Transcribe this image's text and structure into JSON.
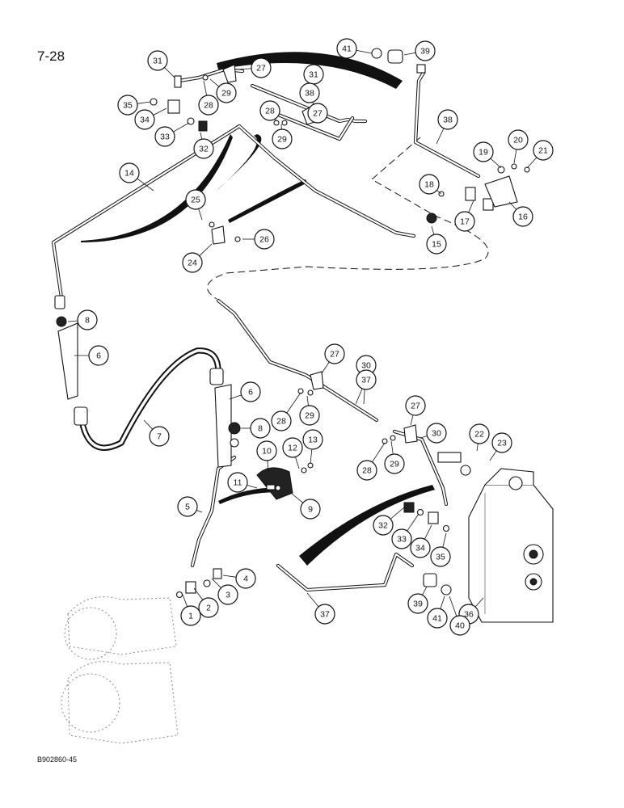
{
  "page": {
    "number": "7-28",
    "figure_code": "B902860-45"
  },
  "callouts": [
    {
      "n": "1"
    },
    {
      "n": "2"
    },
    {
      "n": "3"
    },
    {
      "n": "4"
    },
    {
      "n": "5"
    },
    {
      "n": "6"
    },
    {
      "n": "6"
    },
    {
      "n": "7"
    },
    {
      "n": "8"
    },
    {
      "n": "8"
    },
    {
      "n": "9"
    },
    {
      "n": "10"
    },
    {
      "n": "11"
    },
    {
      "n": "12"
    },
    {
      "n": "13"
    },
    {
      "n": "14"
    },
    {
      "n": "15"
    },
    {
      "n": "16"
    },
    {
      "n": "17"
    },
    {
      "n": "18"
    },
    {
      "n": "19"
    },
    {
      "n": "20"
    },
    {
      "n": "21"
    },
    {
      "n": "22"
    },
    {
      "n": "23"
    },
    {
      "n": "24"
    },
    {
      "n": "25"
    },
    {
      "n": "26"
    },
    {
      "n": "27"
    },
    {
      "n": "27"
    },
    {
      "n": "27"
    },
    {
      "n": "27"
    },
    {
      "n": "28"
    },
    {
      "n": "28"
    },
    {
      "n": "28"
    },
    {
      "n": "28"
    },
    {
      "n": "29"
    },
    {
      "n": "29"
    },
    {
      "n": "29"
    },
    {
      "n": "29"
    },
    {
      "n": "30"
    },
    {
      "n": "30"
    },
    {
      "n": "31"
    },
    {
      "n": "31"
    },
    {
      "n": "32"
    },
    {
      "n": "32"
    },
    {
      "n": "33"
    },
    {
      "n": "33"
    },
    {
      "n": "34"
    },
    {
      "n": "34"
    },
    {
      "n": "35"
    },
    {
      "n": "35"
    },
    {
      "n": "36"
    },
    {
      "n": "37"
    },
    {
      "n": "37"
    },
    {
      "n": "38"
    },
    {
      "n": "38"
    },
    {
      "n": "39"
    },
    {
      "n": "39"
    },
    {
      "n": "40"
    },
    {
      "n": "41"
    },
    {
      "n": "41"
    }
  ]
}
